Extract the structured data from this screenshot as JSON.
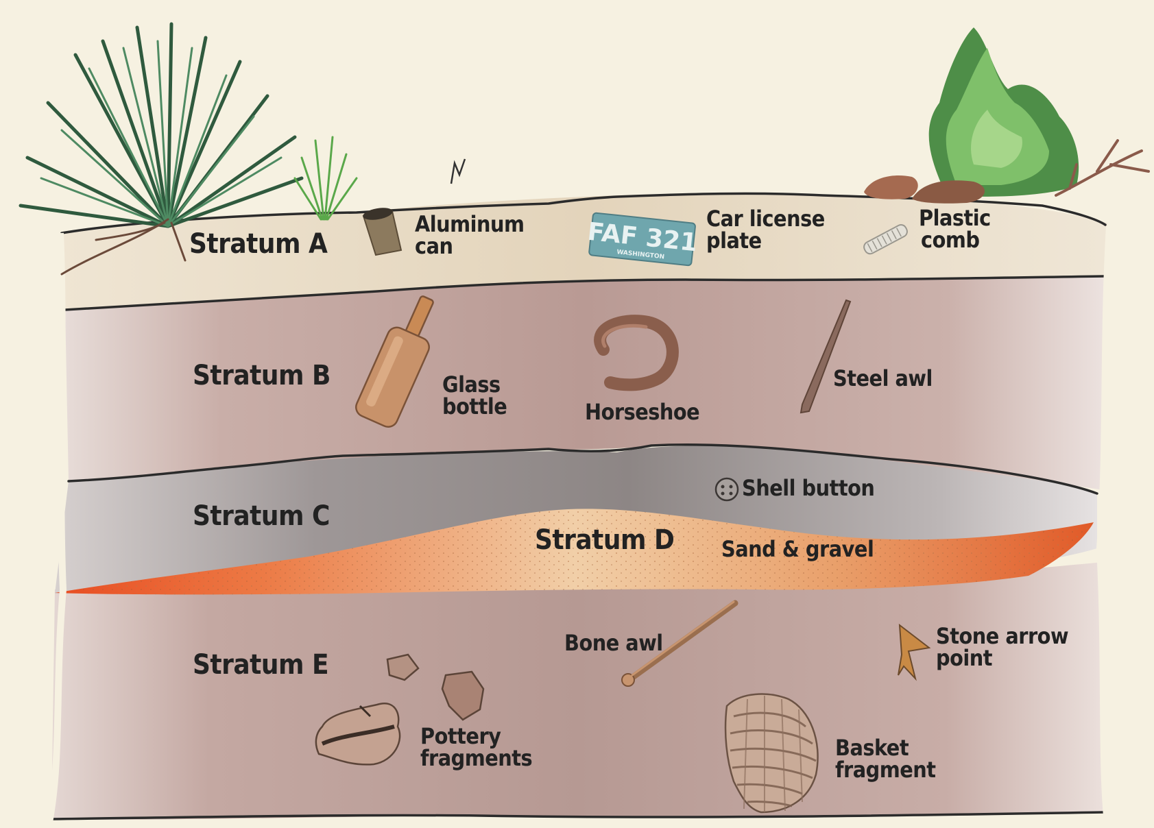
{
  "colors": {
    "background": "#f6f1e1",
    "stratum_a": "#e6d9c2",
    "stratum_b": "#c9ada6",
    "stratum_c": "#a9a2a3",
    "stratum_d": "#e8a873",
    "stratum_d_edge": "#e2562a",
    "stratum_e": "#c6aaa4",
    "boundary_line": "#2b2b2b"
  },
  "strata": [
    {
      "id": "A",
      "label": "Stratum A"
    },
    {
      "id": "B",
      "label": "Stratum B"
    },
    {
      "id": "C",
      "label": "Stratum C"
    },
    {
      "id": "D",
      "label": "Stratum D"
    },
    {
      "id": "E",
      "label": "Stratum E"
    }
  ],
  "artifacts": {
    "aluminum_can": {
      "line1": "Aluminum",
      "line2": "can",
      "stratum": "A",
      "icon": "can-icon"
    },
    "license_plate": {
      "line1": "Car license",
      "line2": "plate",
      "stratum": "A",
      "icon": "license-plate-icon",
      "plate_text": "FAF 321",
      "plate_subtext": "WASHINGTON"
    },
    "plastic_comb": {
      "line1": "Plastic",
      "line2": "comb",
      "stratum": "A",
      "icon": "comb-icon"
    },
    "glass_bottle": {
      "line1": "Glass",
      "line2": "bottle",
      "stratum": "B",
      "icon": "bottle-icon"
    },
    "horseshoe": {
      "line1": "Horseshoe",
      "stratum": "B",
      "icon": "horseshoe-icon"
    },
    "steel_awl": {
      "line1": "Steel awl",
      "stratum": "B",
      "icon": "steel-awl-icon"
    },
    "shell_button": {
      "line1": "Shell button",
      "stratum": "C",
      "icon": "button-icon"
    },
    "sand_gravel": {
      "line1": "Sand & gravel",
      "stratum": "D"
    },
    "bone_awl": {
      "line1": "Bone awl",
      "stratum": "E",
      "icon": "bone-awl-icon"
    },
    "arrow_point": {
      "line1": "Stone arrow",
      "line2": "point",
      "stratum": "E",
      "icon": "arrowhead-icon"
    },
    "pottery": {
      "line1": "Pottery",
      "line2": "fragments",
      "stratum": "E",
      "icon": "pottery-icon"
    },
    "basket": {
      "line1": "Basket",
      "line2": "fragment",
      "stratum": "E",
      "icon": "basket-icon"
    }
  },
  "surface_decor": [
    "yucca-plant-icon",
    "grass-tuft-icon",
    "shrub-icon",
    "rock-icon",
    "twig-icon",
    "bird-icon"
  ]
}
